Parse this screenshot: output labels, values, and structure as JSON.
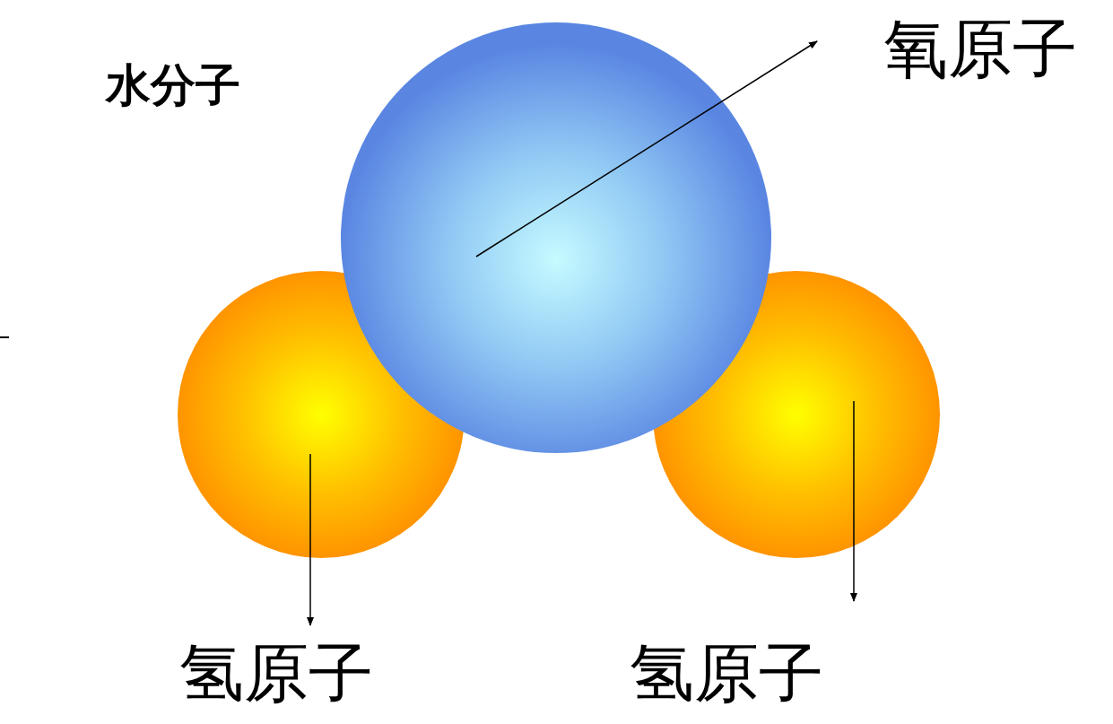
{
  "diagram": {
    "title": "水分子",
    "labels": [
      "氧原子",
      "氢原子",
      "氢原子"
    ]
  }
}
